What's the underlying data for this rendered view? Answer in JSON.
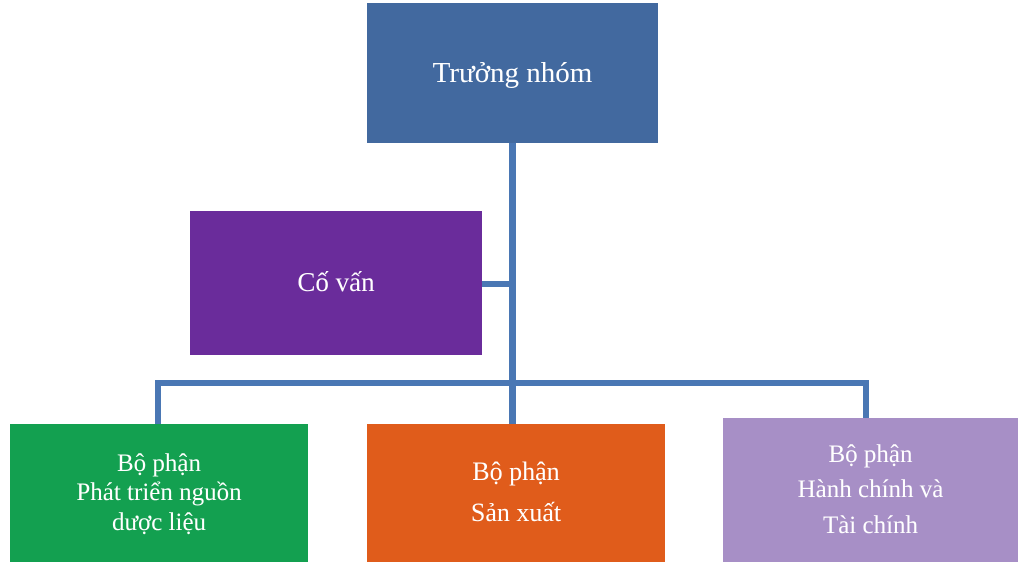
{
  "diagram": {
    "type": "organization-chart",
    "title_text": "",
    "background_color": "#FFFFFF",
    "connector_color": "#4A77B4",
    "nodes": [
      {
        "id": "leader",
        "lines": [
          "Trưởng nhóm"
        ],
        "color": "#42699F",
        "text_color": "#FFFFFF",
        "level": "top"
      },
      {
        "id": "advisor",
        "lines": [
          "Cố vấn"
        ],
        "color": "#6A2C9B",
        "text_color": "#FFFFFF",
        "level": "staff"
      },
      {
        "id": "dept-materials",
        "lines": [
          "Bộ phận",
          "Phát triển nguồn",
          "dược liệu"
        ],
        "color": "#13A050",
        "text_color": "#FFFFFF",
        "level": "department"
      },
      {
        "id": "dept-production",
        "lines": [
          "Bộ phận",
          "Sản xuất"
        ],
        "color": "#E05C1B",
        "text_color": "#FFFFFF",
        "level": "department"
      },
      {
        "id": "dept-admin-finance",
        "lines": [
          "Bộ phận",
          "Hành chính và",
          "Tài chính"
        ],
        "color": "#A78FC6",
        "text_color": "#FFFFFF",
        "level": "department"
      }
    ],
    "connectors": [
      {
        "id": "trunk",
        "from": "leader",
        "to": "bus"
      },
      {
        "id": "advisor-stub",
        "from": "advisor",
        "to": "trunk"
      },
      {
        "id": "bus",
        "from": "trunk",
        "to": "departments"
      },
      {
        "id": "drop-left",
        "from": "bus",
        "to": "dept-materials"
      },
      {
        "id": "drop-center",
        "from": "bus",
        "to": "dept-production"
      },
      {
        "id": "drop-right",
        "from": "bus",
        "to": "dept-admin-finance"
      }
    ]
  }
}
